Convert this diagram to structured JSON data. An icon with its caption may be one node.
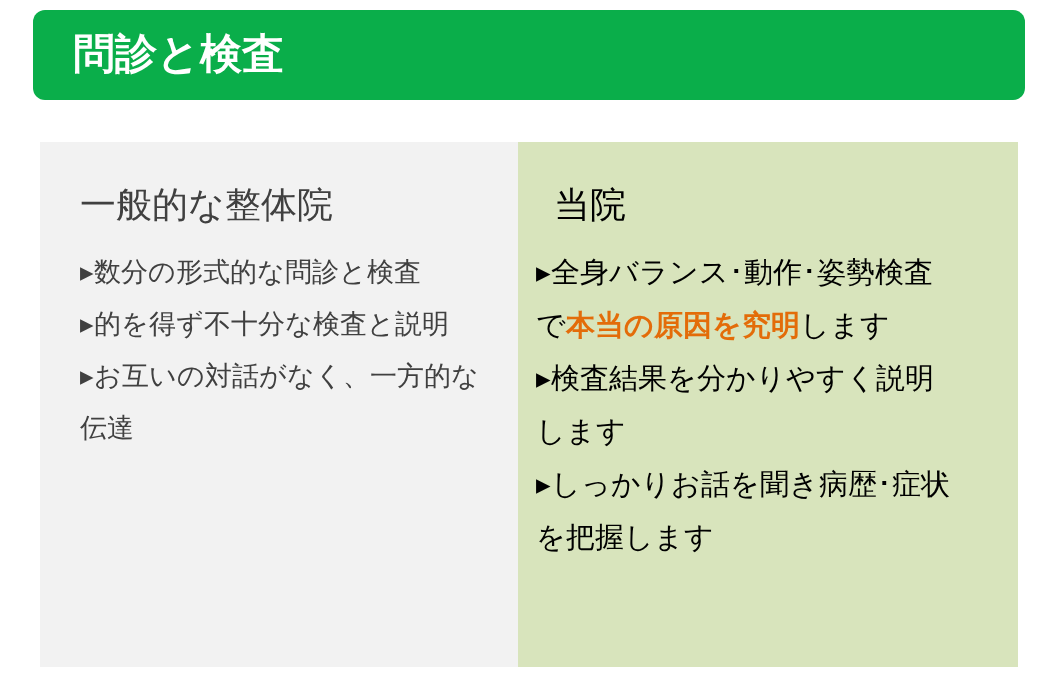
{
  "diagram": {
    "title": "問診と検査",
    "nodes": [
      {
        "text": [
          "一般的な整体院",
          "▸数分の形式的な問診と検査",
          "▸的を得ず不十分な検査と説明",
          "▸お互いの対話がなく、一方的な伝達"
        ]
      },
      {
        "text": [
          "当院",
          "▸全身バランス･動作･姿勢検査で**本当の原因を究明**します",
          "▸検査結果を分かりやすく説明します",
          "▸しっかりお話を聞き病歴･症状を把握します"
        ]
      }
    ],
    "edges": []
  }
}
